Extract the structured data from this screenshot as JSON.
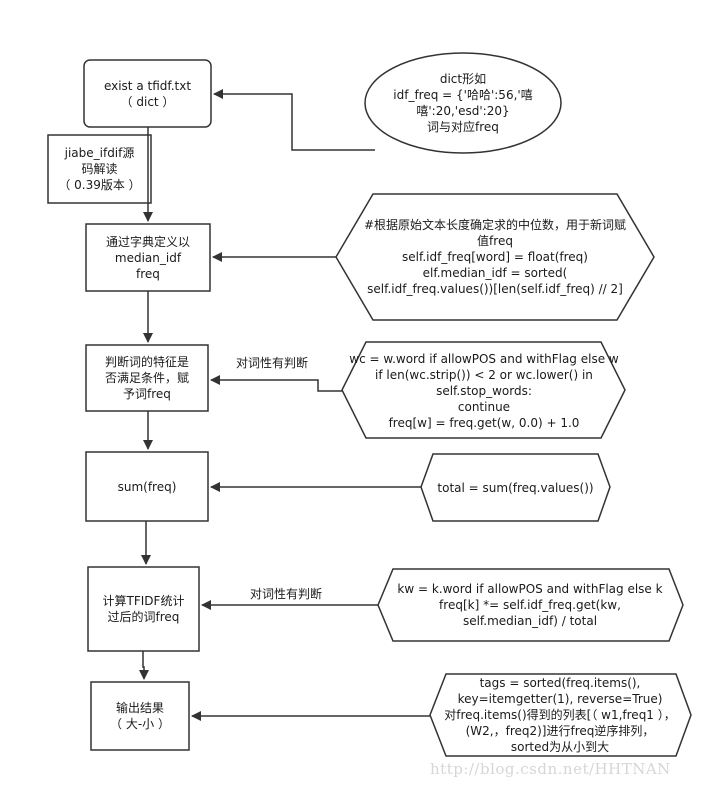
{
  "nodes": {
    "exist_tfidf": "exist  a tfidf.txt\n（ dict ）",
    "dict_note": "dict形如\nidf_freq = {'哈哈':56,'嘻\n嘻':20,'esd':20}\n词与对应freq",
    "source_note": "jiabe_ifdif源\n码解读\n（ 0.39版本 ）",
    "median_step": "通过字典定义以\nmedian_idf\nfreq",
    "median_code": "#根据原始文本长度确定求的中位数，用于新词赋\n值freq\nself.idf_freq[word] = float(freq)\nelf.median_idf = sorted(\nself.idf_freq.values())[len(self.idf_freq) // 2]",
    "judge_step": "判断词的特征是\n否满足条件，赋\n予词freq",
    "judge_code": "wc = w.word if allowPOS and withFlag else w\nif len(wc.strip()) < 2 or wc.lower() in\nself.stop_words:\ncontinue\nfreq[w] = freq.get(w, 0.0) + 1.0",
    "sum_step": "sum(freq)",
    "sum_code": "total = sum(freq.values())",
    "tfidf_step": "计算TFIDF统计\n过后的词freq",
    "tfidf_code": "kw = k.word if allowPOS and withFlag else k\nfreq[k] *= self.idf_freq.get(kw,\nself.median_idf) / total",
    "output_step": "输出结果\n（ 大-小 ）",
    "output_code": "tags = sorted(freq.items(),\nkey=itemgetter(1), reverse=True)\n对freq.items()得到的列表[（ w1,freq1 ），\n(W2,，freq2)]进行freq逆序排列，\nsorted为从小到大"
  },
  "edge_labels": {
    "judge": "对词性有判断",
    "tfidf": "对词性有判断"
  },
  "watermark": "http://blog.csdn.net/HHTNAN",
  "colors": {
    "stroke": "#333333",
    "fill": "#ffffff",
    "text": "#1a1a1a",
    "watermark": "#d6d6d6"
  }
}
